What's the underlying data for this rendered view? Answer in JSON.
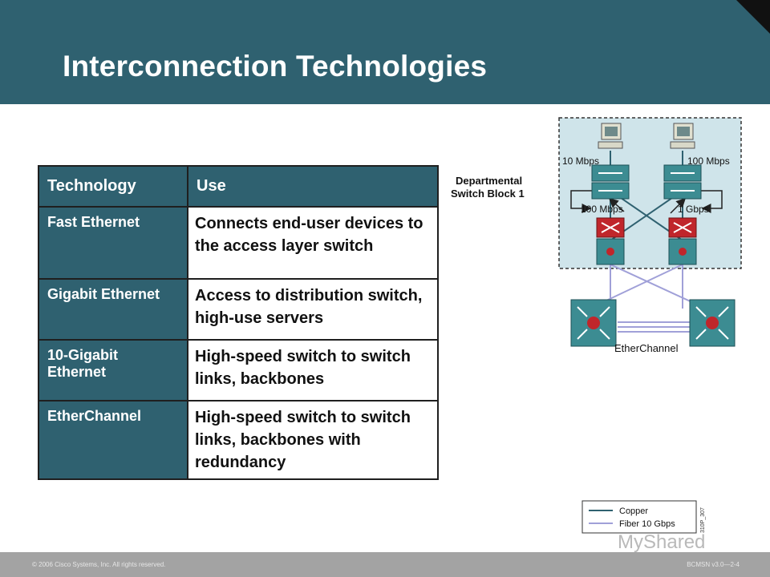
{
  "header": {
    "title": "Interconnection Technologies"
  },
  "table": {
    "headers": [
      "Technology",
      "Use"
    ],
    "rows": [
      {
        "tech": "Fast Ethernet",
        "use": "Connects end-user devices to the access layer switch"
      },
      {
        "tech": "Gigabit Ethernet",
        "use": "Access to distribution switch, high-use servers"
      },
      {
        "tech": "10-Gigabit Ethernet",
        "use": "High-speed switch to switch links, backbones"
      },
      {
        "tech": "EtherChannel",
        "use": "High-speed switch to switch links, backbones with redundancy"
      }
    ]
  },
  "diagram": {
    "block_label_1": "Departmental",
    "block_label_2": "Switch Block 1",
    "speed_left_top": "10 Mbps",
    "speed_right_top": "100 Mbps",
    "speed_left_bottom": "100 Mbps",
    "speed_right_bottom": "1 Gbps",
    "etherchannel": "EtherChannel",
    "legend_copper": "Copper",
    "legend_fiber": "Fiber 10 Gbps",
    "code": "310P_307",
    "colors": {
      "copper": "#2f6170",
      "fiber": "#a0a0d8",
      "block_bg": "#cfe4ea"
    }
  },
  "footer": {
    "copyright": "© 2006 Cisco Systems, Inc. All rights reserved.",
    "course": "BCMSN v3.0—2-4",
    "watermark": "MyShared"
  }
}
